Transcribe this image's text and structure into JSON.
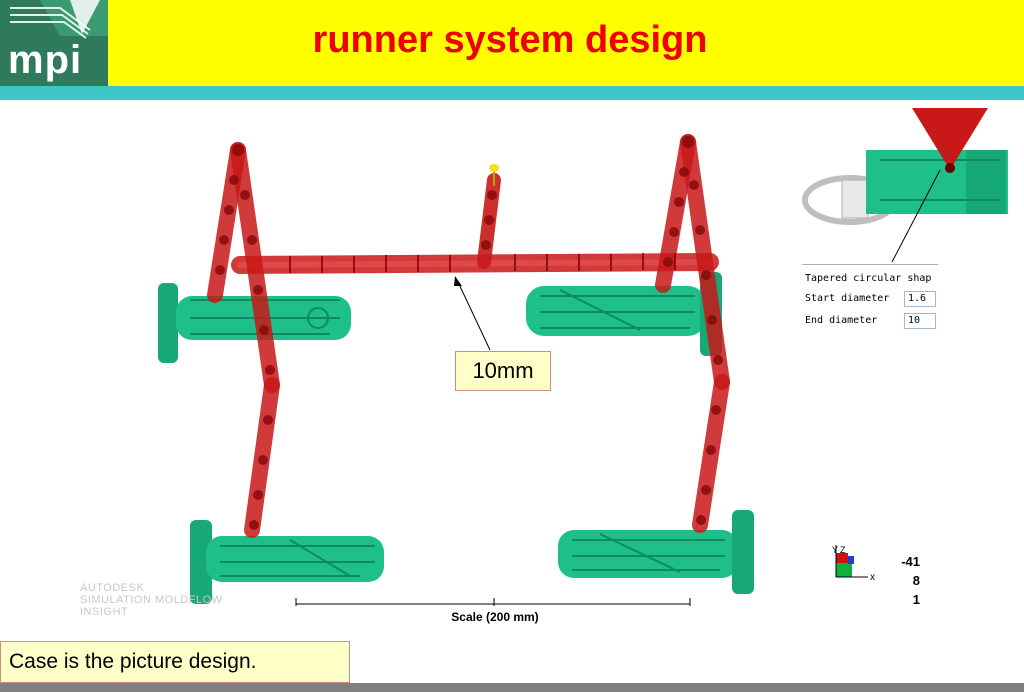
{
  "slide": {
    "title": "runner system design",
    "logo_text": "mpi",
    "callout_label": "10mm",
    "caption": "Case is the picture design."
  },
  "properties_panel": {
    "shape_label": "Tapered circular shap",
    "start_diameter_label": "Start diameter",
    "start_diameter_value": "1.6",
    "end_diameter_label": "End diameter",
    "end_diameter_value": "10"
  },
  "viewport": {
    "watermark_lines": [
      "AUTODESK",
      "SIMULATION MOLDFLOW",
      "INSIGHT"
    ],
    "scale_label": "Scale (200 mm)",
    "triad_axis_x": "x",
    "triad_axis_y": "Y",
    "triad_axis_z": "Z",
    "triad_values": [
      "-41",
      "8",
      "1"
    ]
  },
  "colors": {
    "header_bg": "#ffff00",
    "title_text": "#ee0000",
    "teal_band": "#3ec6c6",
    "runner_red": "#dd2020",
    "part_green": "#1fbf8a",
    "callout_bg": "#ffffc8"
  },
  "icons": {
    "logo": "mpi-logo-icon",
    "triad": "axis-triad-icon"
  }
}
